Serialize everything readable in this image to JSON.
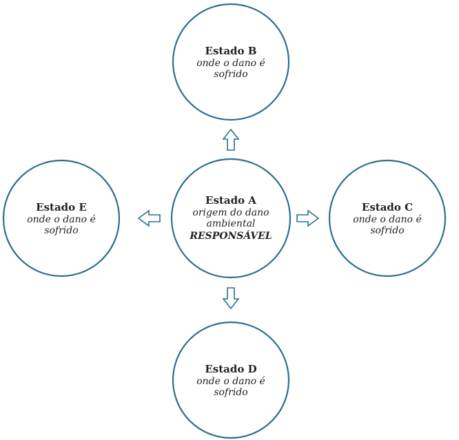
{
  "diagram": {
    "stroke_color": "#2c6e8f",
    "center": {
      "title": "Estado A",
      "line1": "origem do dano",
      "line2": "ambiental",
      "label": "RESPONSÁVEL"
    },
    "nodes": {
      "b": {
        "title": "Estado B",
        "line1": "onde o dano é",
        "line2": "sofrido"
      },
      "c": {
        "title": "Estado C",
        "line1": "onde o dano é",
        "line2": "sofrido"
      },
      "d": {
        "title": "Estado D",
        "line1": "onde o dano é",
        "line2": "sofrido"
      },
      "e": {
        "title": "Estado E",
        "line1": "onde o dano é",
        "line2": "sofrido"
      }
    },
    "arrows": [
      {
        "from": "Estado A",
        "to": "Estado B",
        "direction": "up"
      },
      {
        "from": "Estado A",
        "to": "Estado C",
        "direction": "right"
      },
      {
        "from": "Estado A",
        "to": "Estado D",
        "direction": "down"
      },
      {
        "from": "Estado A",
        "to": "Estado E",
        "direction": "left"
      }
    ]
  }
}
